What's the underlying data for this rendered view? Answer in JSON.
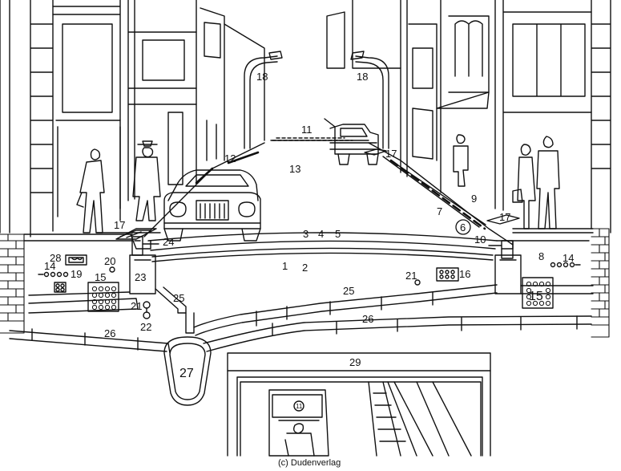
{
  "labels": {
    "l1": "1",
    "l2": "2",
    "l3": "3",
    "l4": "4",
    "l5": "5",
    "l6": "6",
    "l7": "7",
    "l8": "8",
    "l9": "9",
    "l10": "10",
    "l11": "11",
    "l12": "12",
    "l13": "13",
    "l14a": "14",
    "l14b": "14",
    "l15a": "15",
    "l15b": "15",
    "l16": "16",
    "l17a": "17",
    "l17b": "17",
    "l17c": "17",
    "l18a": "18",
    "l18b": "18",
    "l19": "19",
    "l20": "20",
    "l21a": "21",
    "l21b": "21",
    "l22": "22",
    "l23": "23",
    "l24": "24",
    "l25a": "25",
    "l25b": "25",
    "l26a": "26",
    "l26b": "26",
    "l27": "27",
    "l28": "28",
    "l29": "29",
    "subway_sign": "11"
  },
  "credit": "(c) Dudenverlag"
}
